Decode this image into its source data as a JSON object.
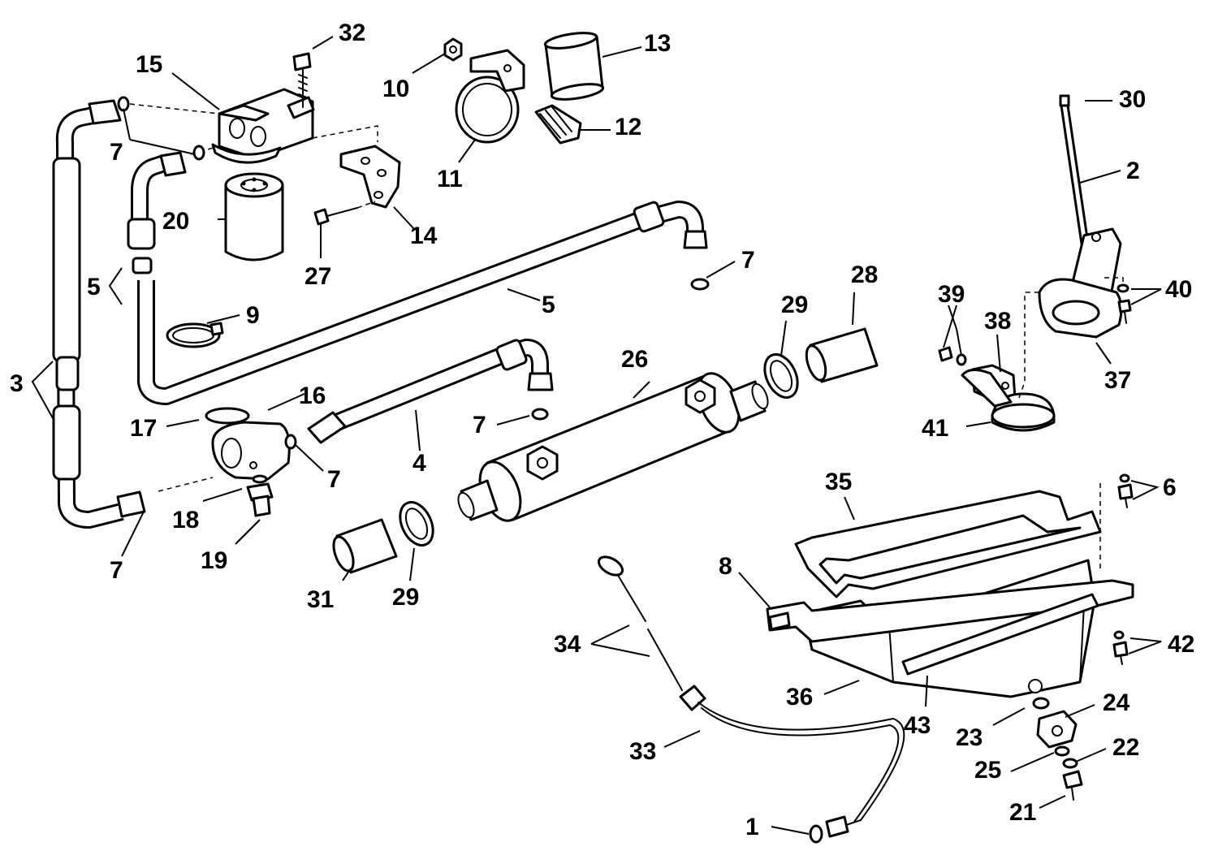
{
  "diagram": {
    "labels": {
      "p1": "1",
      "p2": "2",
      "p3": "3",
      "p4": "4",
      "p5a": "5",
      "p5b": "5",
      "p6": "6",
      "p7a": "7",
      "p7b": "7",
      "p7c": "7",
      "p7d": "7",
      "p7e": "7",
      "p8": "8",
      "p9": "9",
      "p10": "10",
      "p11": "11",
      "p12": "12",
      "p13": "13",
      "p14": "14",
      "p15": "15",
      "p16": "16",
      "p17": "17",
      "p18": "18",
      "p19": "19",
      "p20": "20",
      "p21": "21",
      "p22": "22",
      "p23": "23",
      "p24": "24",
      "p25": "25",
      "p26": "26",
      "p27": "27",
      "p28": "28",
      "p29a": "29",
      "p29b": "29",
      "p30": "30",
      "p31": "31",
      "p32": "32",
      "p33": "33",
      "p34": "34",
      "p35": "35",
      "p36": "36",
      "p37": "37",
      "p38": "38",
      "p39": "39",
      "p40": "40",
      "p41": "41",
      "p42": "42",
      "p43": "43"
    }
  }
}
